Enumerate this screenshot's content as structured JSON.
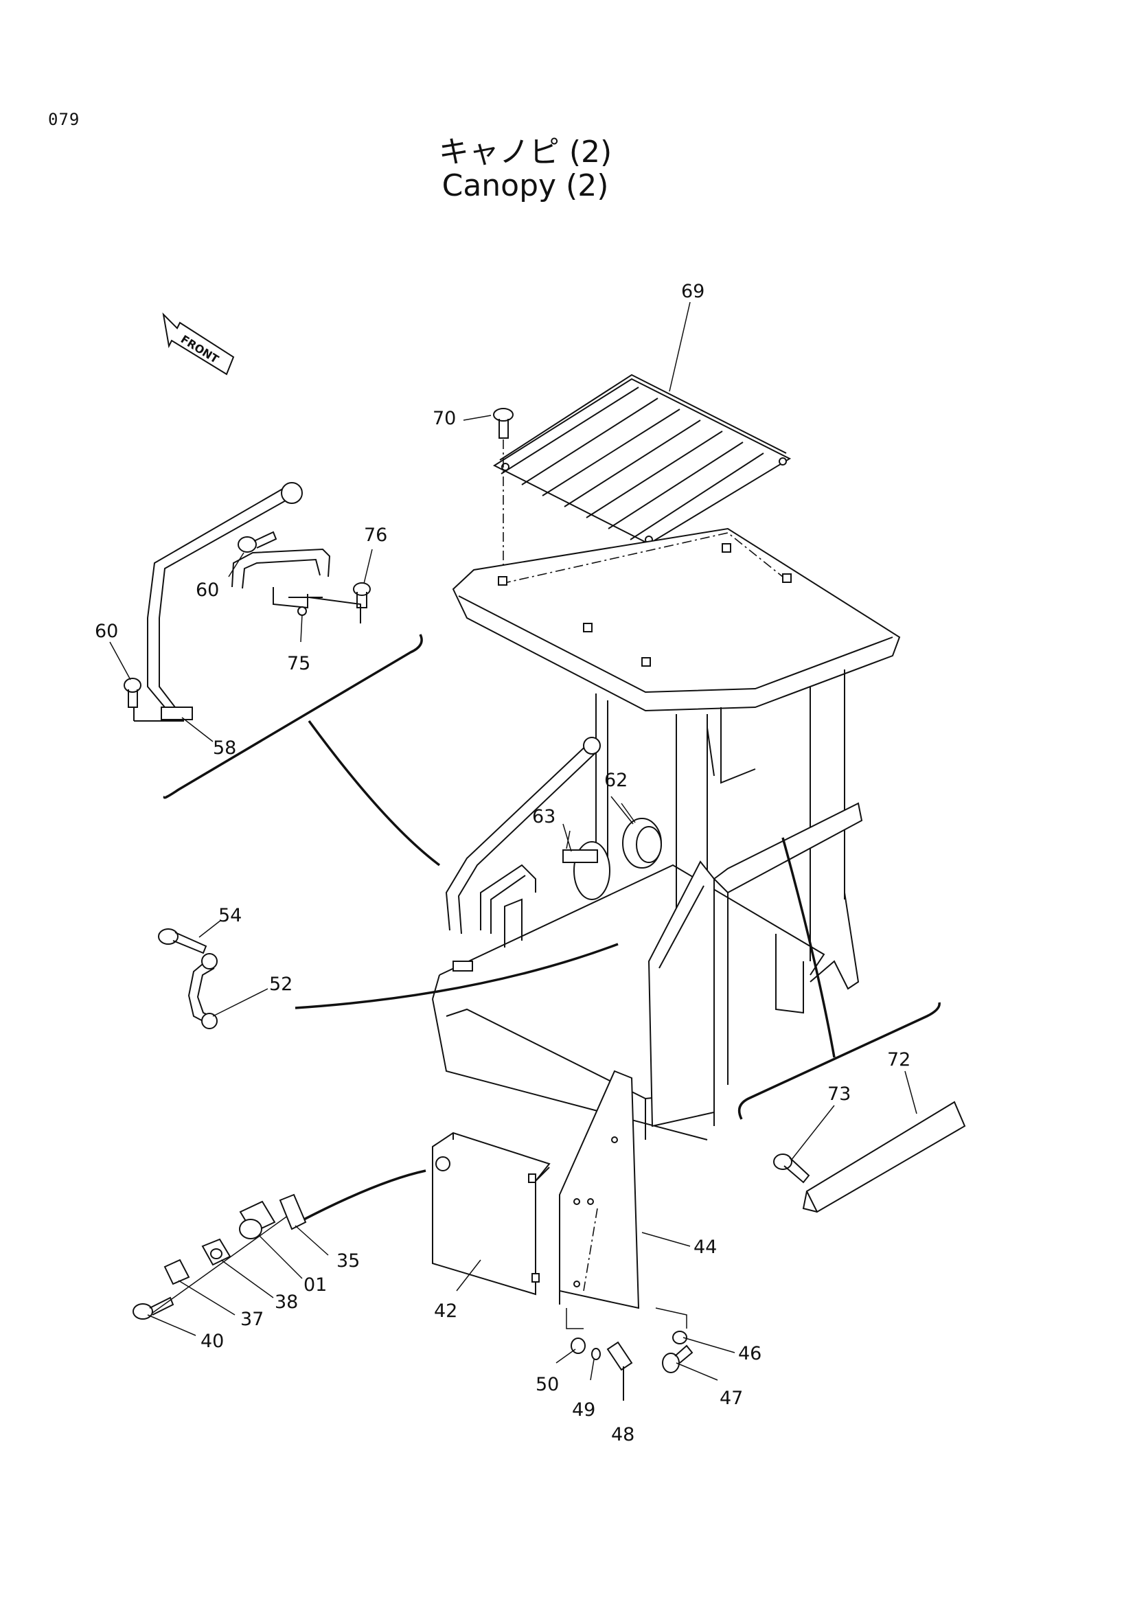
{
  "page_number": "079",
  "title_jp": "キャノピ (2)",
  "title_en": "Canopy (2)",
  "front_label": "FRONT",
  "callouts": {
    "c69": "69",
    "c70": "70",
    "c76": "76",
    "c60a": "60",
    "c60b": "60",
    "c75": "75",
    "c58": "58",
    "c62": "62",
    "c63": "63",
    "c54": "54",
    "c52": "52",
    "c72": "72",
    "c73": "73",
    "c44": "44",
    "c42": "42",
    "c35": "35",
    "c01": "01",
    "c38": "38",
    "c37": "37",
    "c40": "40",
    "c46": "46",
    "c47": "47",
    "c50": "50",
    "c49": "49",
    "c48": "48"
  }
}
